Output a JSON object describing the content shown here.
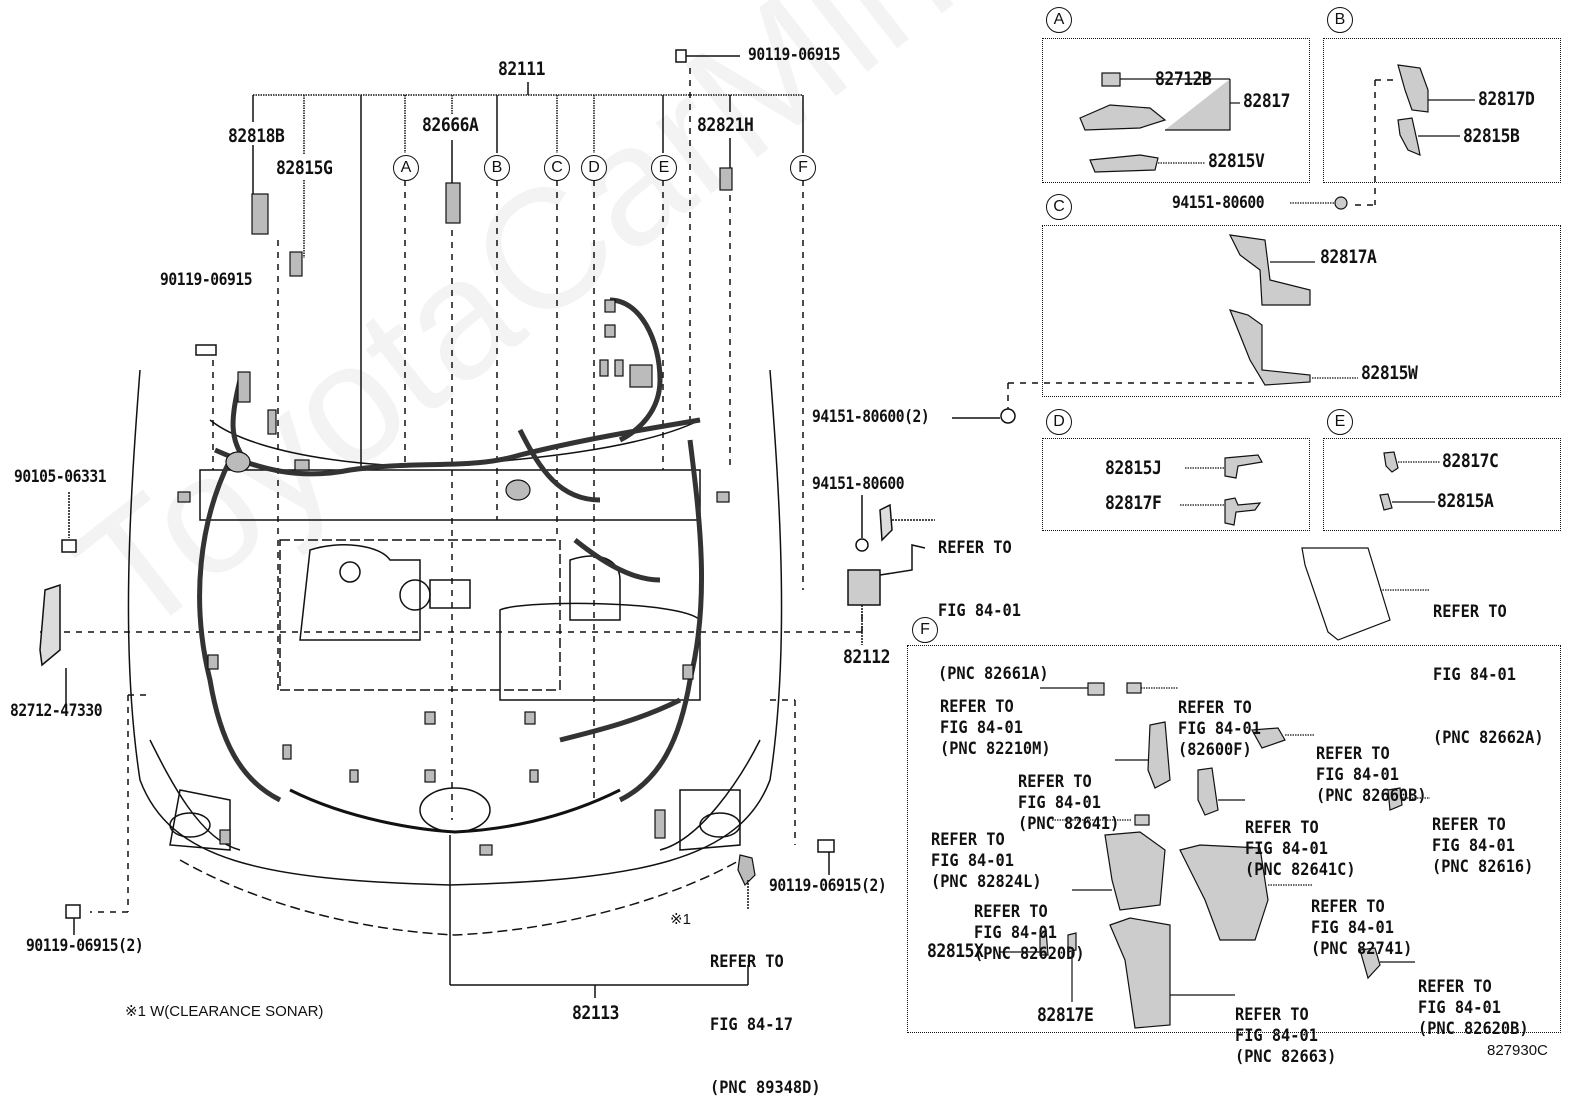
{
  "diagram": {
    "figure_code": "827930C",
    "watermark": "ToyotaCarMine.ru",
    "footnote": "※1 W(CLEARANCE SONAR)",
    "main_assembly": {
      "top_harness": "82111",
      "bottom_harness": "82113",
      "side_harness": "82112",
      "parts": {
        "p82818B": "82818B",
        "p82815G": "82815G",
        "p82666A": "82666A",
        "p82821H": "82821H",
        "bolt_top": "90119-06915",
        "bolt_left": "90119-06915",
        "bolt_90105": "90105-06331",
        "bracket_left": "82712-47330",
        "bolt_bottom_left": "90119-06915(2)",
        "bolt_bottom_right": "90119-06915(2)",
        "clip_2": "94151-80600(2)",
        "clip_1": "94151-80600"
      },
      "callouts": [
        "A",
        "B",
        "C",
        "D",
        "E",
        "F"
      ],
      "refer_82661A": [
        "REFER TO",
        "FIG 84-01",
        "(PNC 82661A)"
      ],
      "refer_89348D": {
        "mark": "※1",
        "lines": [
          "REFER TO",
          "FIG 84-17",
          "(PNC 89348D)"
        ]
      }
    },
    "detail_A": {
      "letter": "A",
      "parts": [
        "82712B",
        "82817",
        "82815V"
      ]
    },
    "detail_B": {
      "letter": "B",
      "parts": [
        "82817D",
        "82815B"
      ],
      "clip": "94151-80600"
    },
    "detail_C": {
      "letter": "C",
      "parts": [
        "82817A",
        "82815W"
      ]
    },
    "detail_D": {
      "letter": "D",
      "parts": [
        "82815J",
        "82817F"
      ]
    },
    "detail_E": {
      "letter": "E",
      "parts": [
        "82817C",
        "82815A"
      ]
    },
    "refer_82662A": [
      "REFER TO",
      "FIG 84-01",
      "(PNC 82662A)"
    ],
    "detail_F": {
      "letter": "F",
      "refs": {
        "r82210M": [
          "REFER TO",
          "FIG 84-01",
          "(PNC 82210M)"
        ],
        "r82600F": [
          "REFER TO",
          "FIG 84-01",
          "(82600F)"
        ],
        "r82660B": [
          "REFER TO",
          "FIG 84-01",
          "(PNC 82660B)"
        ],
        "r82641": [
          "REFER TO",
          "FIG 84-01",
          "(PNC 82641)"
        ],
        "r82641C": [
          "REFER TO",
          "FIG 84-01",
          "(PNC 82641C)"
        ],
        "r82616": [
          "REFER TO",
          "FIG 84-01",
          "(PNC 82616)"
        ],
        "r82824L": [
          "REFER TO",
          "FIG 84-01",
          "(PNC 82824L)"
        ],
        "r82620D": [
          "REFER TO",
          "FIG 84-01",
          "(PNC 82620D)"
        ],
        "r82741": [
          "REFER TO",
          "FIG 84-01",
          "(PNC 82741)"
        ],
        "r82620B": [
          "REFER TO",
          "FIG 84-01",
          "(PNC 82620B)"
        ],
        "r82663": [
          "REFER TO",
          "FIG 84-01",
          "(PNC 82663)"
        ]
      },
      "parts": [
        "82815X",
        "82817E"
      ]
    }
  }
}
